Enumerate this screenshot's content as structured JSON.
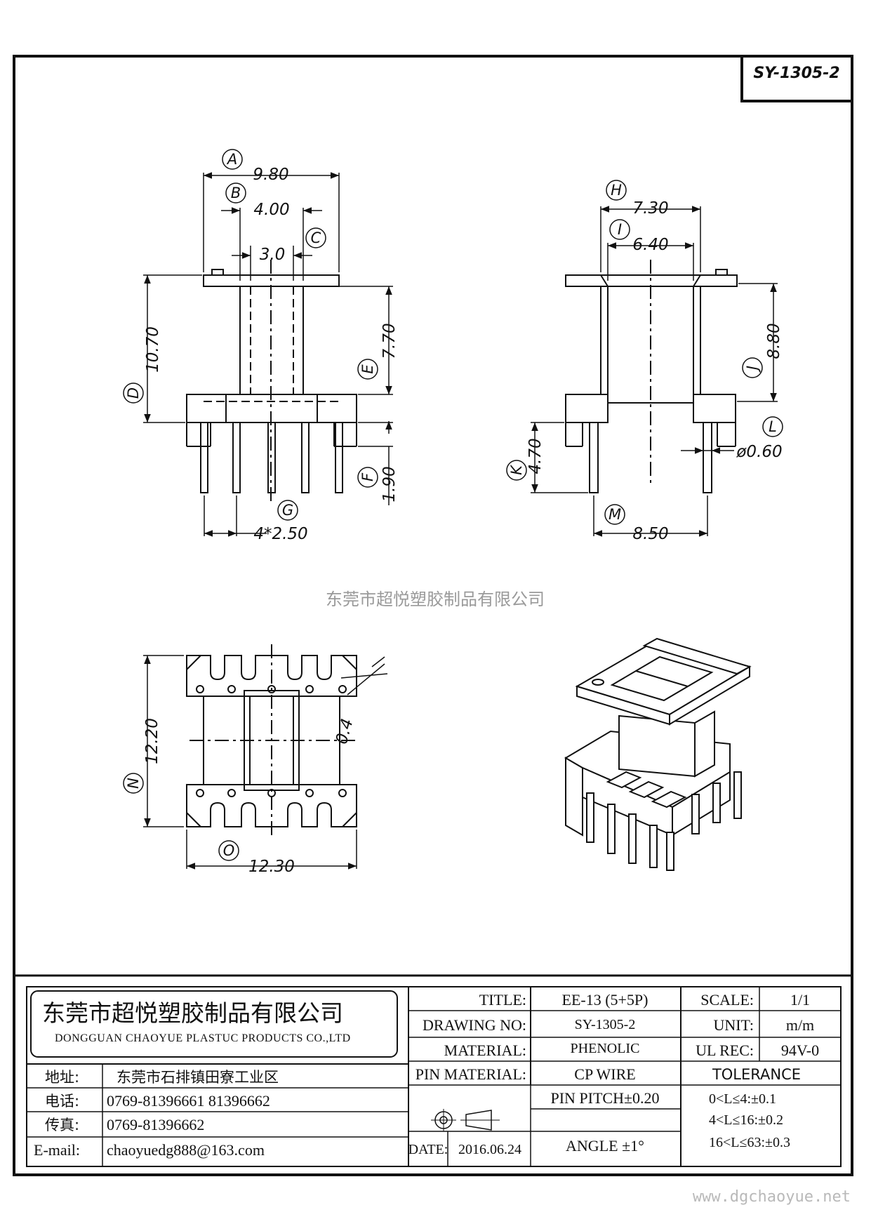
{
  "drawing_code": "SY-1305-2",
  "watermark": "东莞市超悦塑胶制品有限公司",
  "website": "www.dgchaoyue.net",
  "front_view": {
    "A": {
      "label": "A",
      "value": "9.80"
    },
    "B": {
      "label": "B",
      "value": "4.00"
    },
    "C": {
      "label": "C",
      "value": "3.0"
    },
    "D": {
      "label": "D",
      "value": "10.70"
    },
    "E": {
      "label": "E",
      "value": "7.70"
    },
    "F": {
      "label": "F",
      "value": "1.90"
    },
    "G": {
      "label": "G",
      "value": "4*2.50"
    }
  },
  "side_view": {
    "H": {
      "label": "H",
      "value": "7.30"
    },
    "I": {
      "label": "I",
      "value": "6.40"
    },
    "J": {
      "label": "J",
      "value": "8.80"
    },
    "K": {
      "label": "K",
      "value": "4.70"
    },
    "L": {
      "label": "L",
      "value": "ø0.60"
    },
    "M": {
      "label": "M",
      "value": "8.50"
    }
  },
  "bottom_view": {
    "N": {
      "label": "N",
      "value": "12.20"
    },
    "O": {
      "label": "O",
      "value": "12.30"
    },
    "slot": {
      "value": "0.4"
    }
  },
  "title_block": {
    "company_cn": "东莞市超悦塑胶制品有限公司",
    "company_en": "DONGGUAN CHAOYUE PLASTUC PRODUCTS CO.,LTD",
    "address_label": "地址:",
    "address": "东莞市石排镇田寮工业区",
    "phone_label": "电话:",
    "phone": "0769-81396661   81396662",
    "fax_label": "传真:",
    "fax": "0769-81396662",
    "email_label": "E-mail:",
    "email": "chaoyuedg888@163.com",
    "title_label": "TITLE:",
    "title": "EE-13 (5+5P)",
    "drawing_no_label": "DRAWING NO:",
    "drawing_no": "SY-1305-2",
    "material_label": "MATERIAL:",
    "material": "PHENOLIC",
    "pin_material_label": "PIN MATERIAL:",
    "pin_material": "CP WIRE",
    "pin_pitch": "PIN PITCH±0.20",
    "date_label": "DATE:",
    "date": "2016.06.24",
    "angle": "ANGLE  ±1°",
    "scale_label": "SCALE:",
    "scale": "1/1",
    "unit_label": "UNIT:",
    "unit": "m/m",
    "ul_label": "UL REC:",
    "ul": "94V-0",
    "tolerance_label": "TOLERANCE",
    "tolerances": [
      "0<L≤4:±0.1",
      "4<L≤16:±0.2",
      "16<L≤63:±0.3"
    ]
  }
}
